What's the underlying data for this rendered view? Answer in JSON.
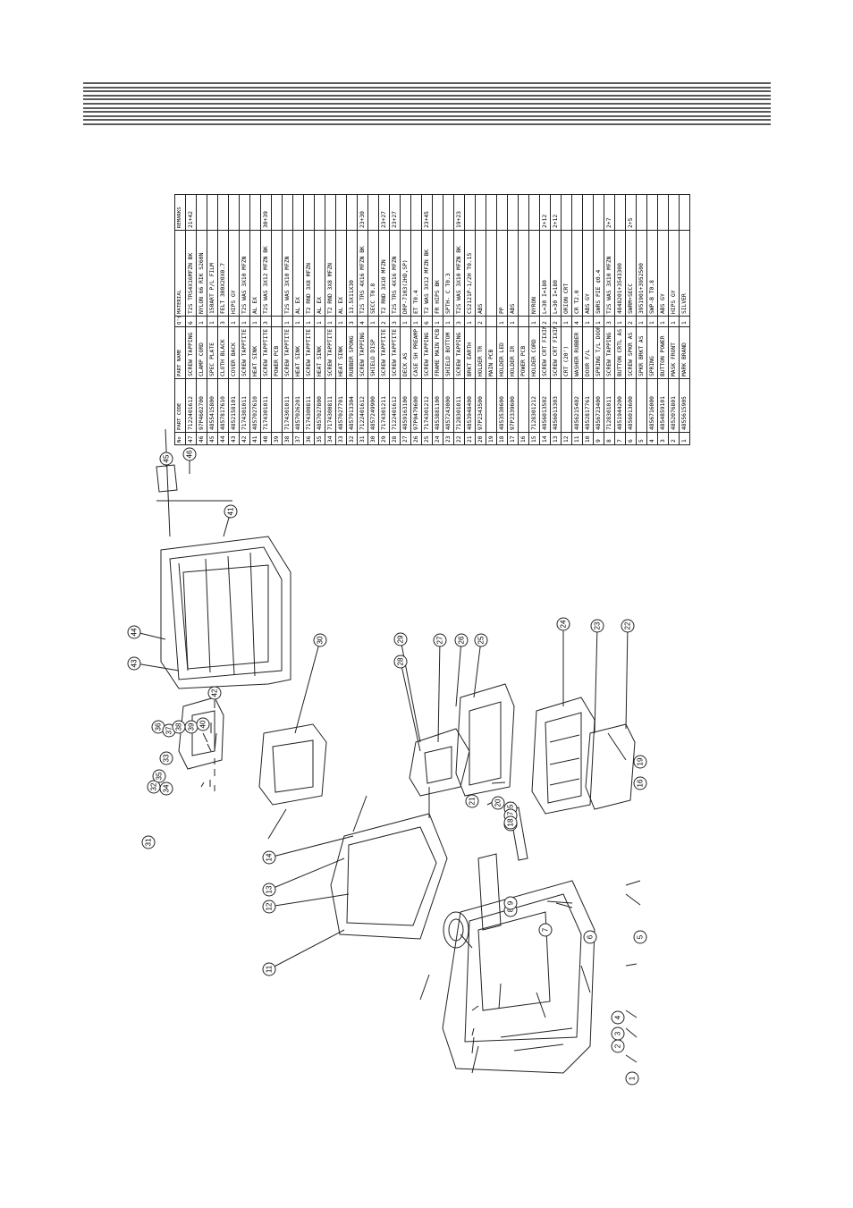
{
  "table": {
    "headers": {
      "no": "No",
      "part_code": "PART CODE",
      "part_name": "PART NAME",
      "qty": "Q'ty",
      "material": "MATERIAL",
      "remarks": "REMARKS"
    },
    "rows": [
      {
        "no": "47",
        "code": "7122401612",
        "name": "SCREW TAPPING",
        "qty": "6",
        "material": "T2S TRS4X16MFZN BK",
        "remarks": "21+42"
      },
      {
        "no": "46",
        "code": "97P4602700",
        "name": "CLAMP CORD",
        "qty": "1",
        "material": "NYLON 66 RIK S260N",
        "remarks": ""
      },
      {
        "no": "45",
        "code": "4855415800",
        "name": "SPEC PLATE",
        "qty": "1",
        "material": "150ART P/L FILM",
        "remarks": ""
      },
      {
        "no": "44",
        "code": "4857817610",
        "name": "CLOTH BLACK",
        "qty": "3",
        "material": "FELT 300X20X0.7",
        "remarks": ""
      },
      {
        "no": "43",
        "code": "4852158101",
        "name": "COVER BACK",
        "qty": "1",
        "material": "HIPS GY",
        "remarks": ""
      },
      {
        "no": "42",
        "code": "7174301011",
        "name": "SCREW TAPPTITE",
        "qty": "1",
        "material": "T2S WAS 3X10 MFZN",
        "remarks": ""
      },
      {
        "no": "41",
        "code": "4857027610",
        "name": "HEAT SINK",
        "qty": "1",
        "material": "AL EX",
        "remarks": ""
      },
      {
        "no": "40",
        "code": "7174301011",
        "name": "SCREW TAPPTITE",
        "qty": "3",
        "material": "T2S WAS 3X12 MFZN BK",
        "remarks": "30+39"
      },
      {
        "no": "39",
        "code": "",
        "name": "POWER PCB",
        "qty": "",
        "material": "",
        "remarks": ""
      },
      {
        "no": "38",
        "code": "7174301011",
        "name": "SCREW TAPPTITE",
        "qty": "1",
        "material": "T2S WAS 3X10 MFZN",
        "remarks": ""
      },
      {
        "no": "37",
        "code": "4857026201",
        "name": "HEAT SINK",
        "qty": "1",
        "material": "AL EX",
        "remarks": ""
      },
      {
        "no": "36",
        "code": "7174300811",
        "name": "SCREW TAPPTITE",
        "qty": "1",
        "material": "T2 RND 3X8 MFZN",
        "remarks": ""
      },
      {
        "no": "35",
        "code": "4857027800",
        "name": "HEAT SINK",
        "qty": "1",
        "material": "AL EX",
        "remarks": ""
      },
      {
        "no": "34",
        "code": "7174300811",
        "name": "SCREW TAPPTITE",
        "qty": "1",
        "material": "T2 RND 3X8 MFZN",
        "remarks": ""
      },
      {
        "no": "33",
        "code": "4857027701",
        "name": "HEAT SINK",
        "qty": "1",
        "material": "AL EX",
        "remarks": ""
      },
      {
        "no": "32",
        "code": "4857913304",
        "name": "RUBBER SPONG",
        "qty": "3",
        "material": "13.5X11X30",
        "remarks": ""
      },
      {
        "no": "31",
        "code": "7122401612",
        "name": "SCREW TAPPING",
        "qty": "4",
        "material": "T2S TRS 4X16 MFZN BK",
        "remarks": "23+30"
      },
      {
        "no": "30",
        "code": "4857249900",
        "name": "SHIELD DISP",
        "qty": "1",
        "material": "SECC T0.8",
        "remarks": ""
      },
      {
        "no": "29",
        "code": "7174301211",
        "name": "SCREW TAPPTITE",
        "qty": "2",
        "material": "T2 RND 3X10 MFZN",
        "remarks": "23+27"
      },
      {
        "no": "28",
        "code": "7122401612",
        "name": "SCREW TAPPTITE",
        "qty": "3",
        "material": "T2S TRS 4X16 MFZN",
        "remarks": "23+27"
      },
      {
        "no": "27",
        "code": "4859163100",
        "name": "DECK AS",
        "qty": "1",
        "material": "DRP-7103(2HD,SP)",
        "remarks": ""
      },
      {
        "no": "26",
        "code": "97P0479600",
        "name": "CASE SH PREAMP",
        "qty": "1",
        "material": "ET T0.4",
        "remarks": ""
      },
      {
        "no": "25",
        "code": "7174301212",
        "name": "SCREW TAPPING",
        "qty": "6",
        "material": "T2 WAS 3X12 MFZN BK",
        "remarks": "23+45"
      },
      {
        "no": "24",
        "code": "4853881100",
        "name": "FRAME MAIN PCB",
        "qty": "1",
        "material": "FR HIPS BK",
        "remarks": ""
      },
      {
        "no": "23",
        "code": "4857243000",
        "name": "SHIELD BOTTOM",
        "qty": "1",
        "material": "SPTH- C T0.3",
        "remarks": ""
      },
      {
        "no": "22",
        "code": "7128301011",
        "name": "SCREW TAPPING",
        "qty": "3",
        "material": "T2S WAS 3X10 MFZN BK",
        "remarks": "19+23"
      },
      {
        "no": "21",
        "code": "4853948400",
        "name": "BRKT EARTH",
        "qty": "1",
        "material": "CS2121P-1/2H T0.15",
        "remarks": ""
      },
      {
        "no": "20",
        "code": "97P2343500",
        "name": "HOLDER TR",
        "qty": "2",
        "material": "ABS",
        "remarks": ""
      },
      {
        "no": "19",
        "code": "",
        "name": "MAIN PCB",
        "qty": "",
        "material": "",
        "remarks": ""
      },
      {
        "no": "18",
        "code": "4853530600",
        "name": "HOLDER LED",
        "qty": "1",
        "material": "PP",
        "remarks": ""
      },
      {
        "no": "17",
        "code": "97P2339600",
        "name": "HOLDER IR",
        "qty": "1",
        "material": "ABS",
        "remarks": ""
      },
      {
        "no": "16",
        "code": "",
        "name": "POWER PCB",
        "qty": "",
        "material": "",
        "remarks": ""
      },
      {
        "no": "15",
        "code": "7128301212",
        "name": "HOLDER CORD",
        "qty": "1",
        "material": "NYRON",
        "remarks": ""
      },
      {
        "no": "14",
        "code": "4856013502",
        "name": "SCREW CRT FIXING AS",
        "qty": "2",
        "material": "L=30 I=180",
        "remarks": "2+12"
      },
      {
        "no": "13",
        "code": "4856013303",
        "name": "SCREW CRT FIXING AS",
        "qty": "2",
        "material": "L=30 I=180",
        "remarks": "2+12"
      },
      {
        "no": "12",
        "code": "",
        "name": "CRT (20')",
        "qty": "1",
        "material": "ORION CRT",
        "remarks": ""
      },
      {
        "no": "11",
        "code": "4856215402",
        "name": "WASHER RUBBER",
        "qty": "4",
        "material": "CR T2.0",
        "remarks": ""
      },
      {
        "no": "10",
        "code": "4852817761",
        "name": "DOOR F/L",
        "qty": "1",
        "material": "ABS GY",
        "remarks": ""
      },
      {
        "no": "9",
        "code": "4856723400",
        "name": "SPRING T/L DOOR",
        "qty": "1",
        "material": "SWRS PIE ¢0.4",
        "remarks": ""
      },
      {
        "no": "8",
        "code": "7128301011",
        "name": "SCREW TAPPING",
        "qty": "3",
        "material": "T2S WAS 3X10 MFZN",
        "remarks": "2+7"
      },
      {
        "no": "7",
        "code": "4851944200",
        "name": "BUTTON CRTL AS",
        "qty": "1",
        "material": "4848201+3543300",
        "remarks": ""
      },
      {
        "no": "6",
        "code": "4856013600",
        "name": "SCREW SPKR AS",
        "qty": "2",
        "material": "SWRM+SECC",
        "remarks": "2+5"
      },
      {
        "no": "5",
        "code": "",
        "name": "SPKR BRKT AS",
        "qty": "1",
        "material": "3951901+3952500",
        "remarks": ""
      },
      {
        "no": "4",
        "code": "4856716000",
        "name": "SPRING",
        "qty": "1",
        "material": "SWP-B T0.8",
        "remarks": ""
      },
      {
        "no": "3",
        "code": "4854859101",
        "name": "BUTTON POWER",
        "qty": "1",
        "material": "ABS GY",
        "remarks": ""
      },
      {
        "no": "2",
        "code": "4852076801",
        "name": "MASK FRONT",
        "qty": "1",
        "material": "HIPS GY",
        "remarks": ""
      },
      {
        "no": "1",
        "code": "4855615905",
        "name": "MARK BRAND",
        "qty": "1",
        "material": "SILVER",
        "remarks": ""
      }
    ]
  },
  "callouts": [
    "1",
    "2",
    "3",
    "4",
    "5",
    "6",
    "7",
    "8",
    "9",
    "10",
    "11",
    "12",
    "13",
    "14",
    "15",
    "16",
    "17",
    "18",
    "19",
    "20",
    "21",
    "22",
    "23",
    "24",
    "25",
    "26",
    "27",
    "28",
    "29",
    "30",
    "31",
    "32",
    "33",
    "34",
    "35",
    "36",
    "37",
    "38",
    "39",
    "40",
    "41",
    "42",
    "43",
    "44",
    "45",
    "46"
  ]
}
